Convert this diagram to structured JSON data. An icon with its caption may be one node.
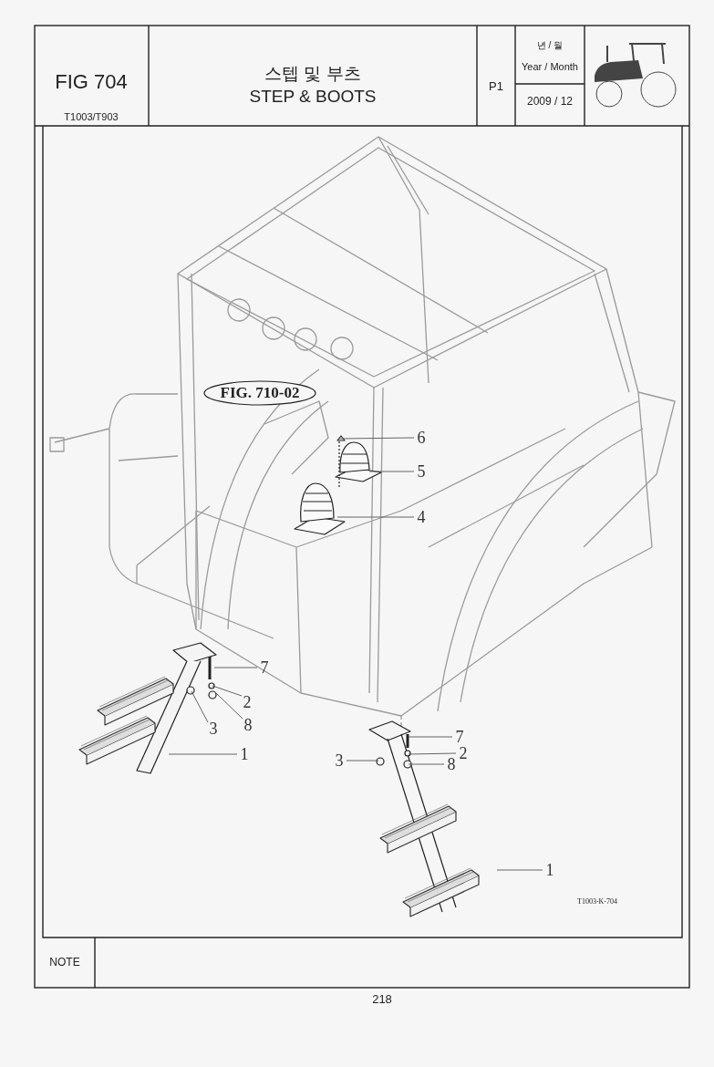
{
  "diagram": {
    "nodes": [
      {
        "text": [
          "FIG. 710-02"
        ]
      },
      {
        "text": [
          "6"
        ]
      },
      {
        "text": [
          "5"
        ]
      },
      {
        "text": [
          "4"
        ]
      },
      {
        "text": [
          "7"
        ]
      },
      {
        "text": [
          "2"
        ]
      },
      {
        "text": [
          "3"
        ]
      },
      {
        "text": [
          "8"
        ]
      },
      {
        "text": [
          "1"
        ]
      },
      {
        "text": [
          "7"
        ]
      },
      {
        "text": [
          "2"
        ]
      },
      {
        "text": [
          "3"
        ]
      },
      {
        "text": [
          "8"
        ]
      },
      {
        "text": [
          "1"
        ]
      }
    ],
    "edges": [
      {
        "from": 1,
        "to": null,
        "arrow": "none"
      },
      {
        "from": 2,
        "to": null,
        "arrow": "none"
      },
      {
        "from": 3,
        "to": null,
        "arrow": "none"
      },
      {
        "from": 4,
        "to": null,
        "arrow": "none"
      },
      {
        "from": 5,
        "to": null,
        "arrow": "none"
      },
      {
        "from": 6,
        "to": null,
        "arrow": "none"
      },
      {
        "from": 7,
        "to": null,
        "arrow": "none"
      },
      {
        "from": 8,
        "to": null,
        "arrow": "none"
      },
      {
        "from": 9,
        "to": null,
        "arrow": "none"
      },
      {
        "from": 10,
        "to": null,
        "arrow": "none"
      },
      {
        "from": 11,
        "to": null,
        "arrow": "none"
      },
      {
        "from": 12,
        "to": null,
        "arrow": "none"
      },
      {
        "from": 13,
        "to": null,
        "arrow": "none"
      }
    ],
    "labels": [
      "FIG 704",
      "T1003/T903",
      "스텝 및 부츠",
      "STEP & BOOTS",
      "P1",
      "년 / 월",
      "Year / Month",
      "2009 / 12",
      "T1003-K-704",
      "NOTE",
      "218"
    ]
  }
}
